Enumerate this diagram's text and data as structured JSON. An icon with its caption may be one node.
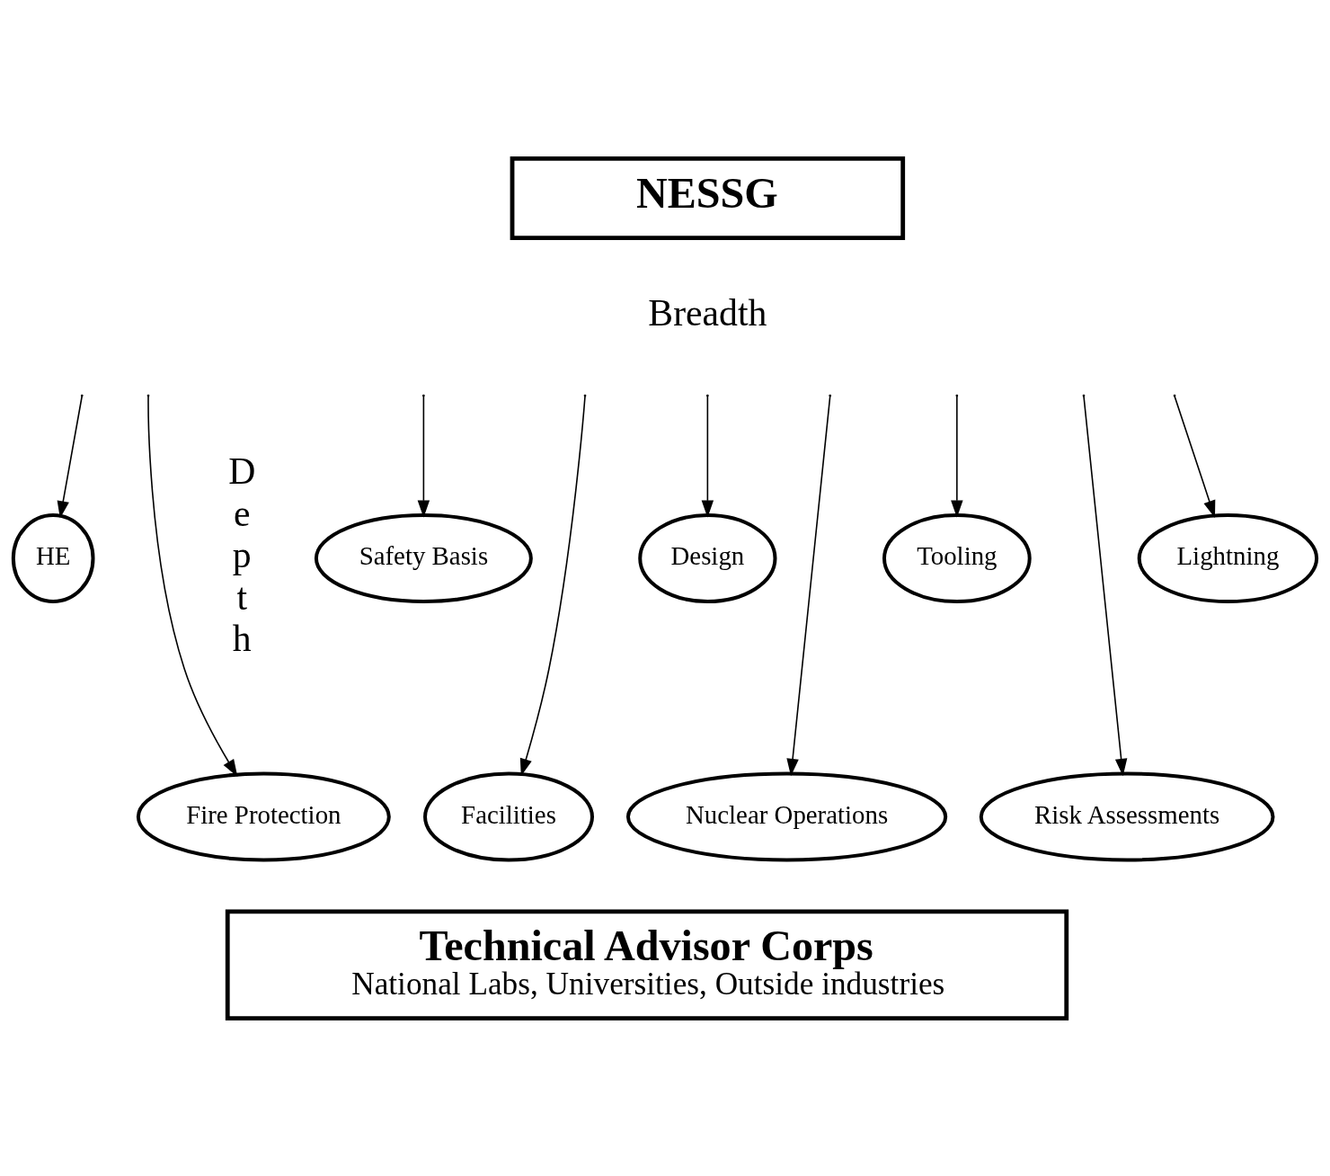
{
  "diagram": {
    "nodes": [
      {
        "text": [
          "NESSG"
        ]
      },
      {
        "text": [
          "HE"
        ]
      },
      {
        "text": [
          "Safety Basis"
        ]
      },
      {
        "text": [
          "Design"
        ]
      },
      {
        "text": [
          "Tooling"
        ]
      },
      {
        "text": [
          "Lightning"
        ]
      },
      {
        "text": [
          "Fire Protection"
        ]
      },
      {
        "text": [
          "Facilities"
        ]
      },
      {
        "text": [
          "Nuclear Operations"
        ]
      },
      {
        "text": [
          "Risk Assessments"
        ]
      },
      {
        "text": [
          "Technical Advisor Corps",
          "National Labs, Universities, Outside industries"
        ]
      }
    ],
    "edges": [
      {
        "from": null,
        "to": 1,
        "arrow": "to"
      },
      {
        "from": null,
        "to": 6,
        "arrow": "to"
      },
      {
        "from": null,
        "to": 2,
        "arrow": "to"
      },
      {
        "from": null,
        "to": 7,
        "arrow": "to"
      },
      {
        "from": null,
        "to": 3,
        "arrow": "to"
      },
      {
        "from": null,
        "to": 8,
        "arrow": "to"
      },
      {
        "from": null,
        "to": 4,
        "arrow": "to"
      },
      {
        "from": null,
        "to": 9,
        "arrow": "to"
      },
      {
        "from": null,
        "to": 5,
        "arrow": "to"
      }
    ],
    "labels": [
      "Breadth",
      "Depth"
    ]
  }
}
